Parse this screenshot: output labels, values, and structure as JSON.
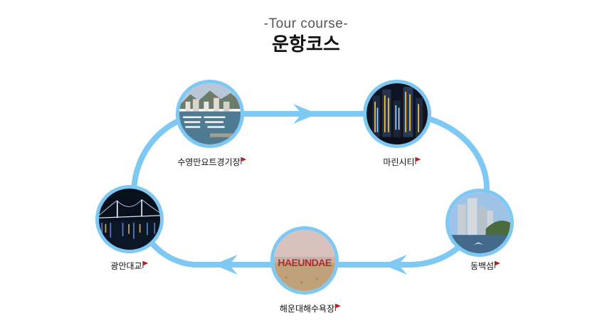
{
  "header": {
    "subtitle": "-Tour course-",
    "title": "운항코스"
  },
  "colors": {
    "route": "#7ec8f4",
    "flag": "#c21b1b"
  },
  "stops": [
    {
      "id": "suyeong",
      "label": "수영만요트경기장",
      "icon": "flag-icon"
    },
    {
      "id": "marine",
      "label": "마린시티",
      "icon": "flag-icon"
    },
    {
      "id": "dongbaek",
      "label": "동백섬",
      "icon": "flag-icon"
    },
    {
      "id": "haeundae",
      "label": "해운대해수욕장",
      "icon": "flag-icon",
      "sign_text": "HAEUNDAE"
    },
    {
      "id": "gwangan",
      "label": "광안대교",
      "icon": "flag-icon"
    }
  ]
}
